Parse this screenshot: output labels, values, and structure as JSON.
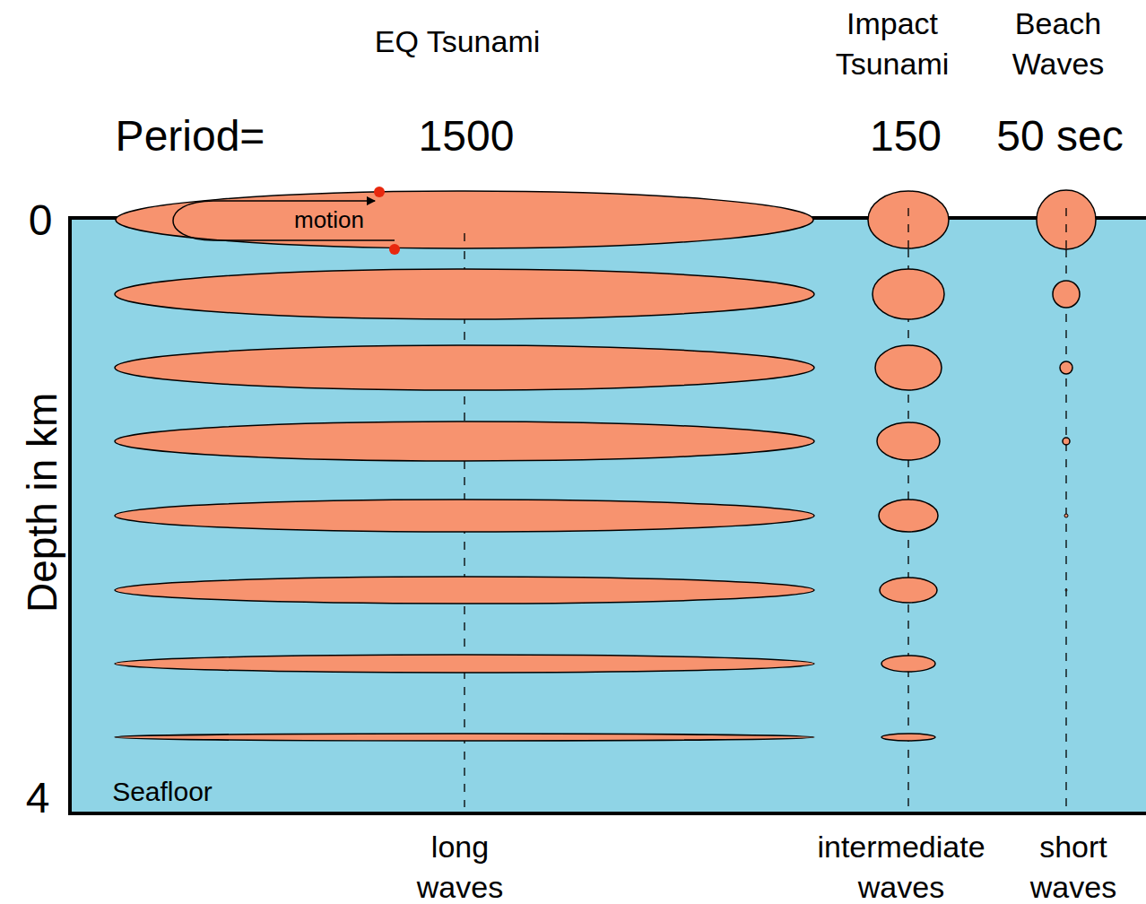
{
  "diagram": {
    "nodes": [
      {
        "text": [
          "motion"
        ]
      }
    ],
    "labels": [
      "EQ Tsunami",
      "Impact Tsunami",
      "Beach Waves",
      "Period=",
      "1500",
      "150",
      "50 sec",
      "0",
      "Depth in km",
      "4",
      "Seafloor",
      "long waves",
      "intermediate waves",
      "short waves"
    ]
  }
}
